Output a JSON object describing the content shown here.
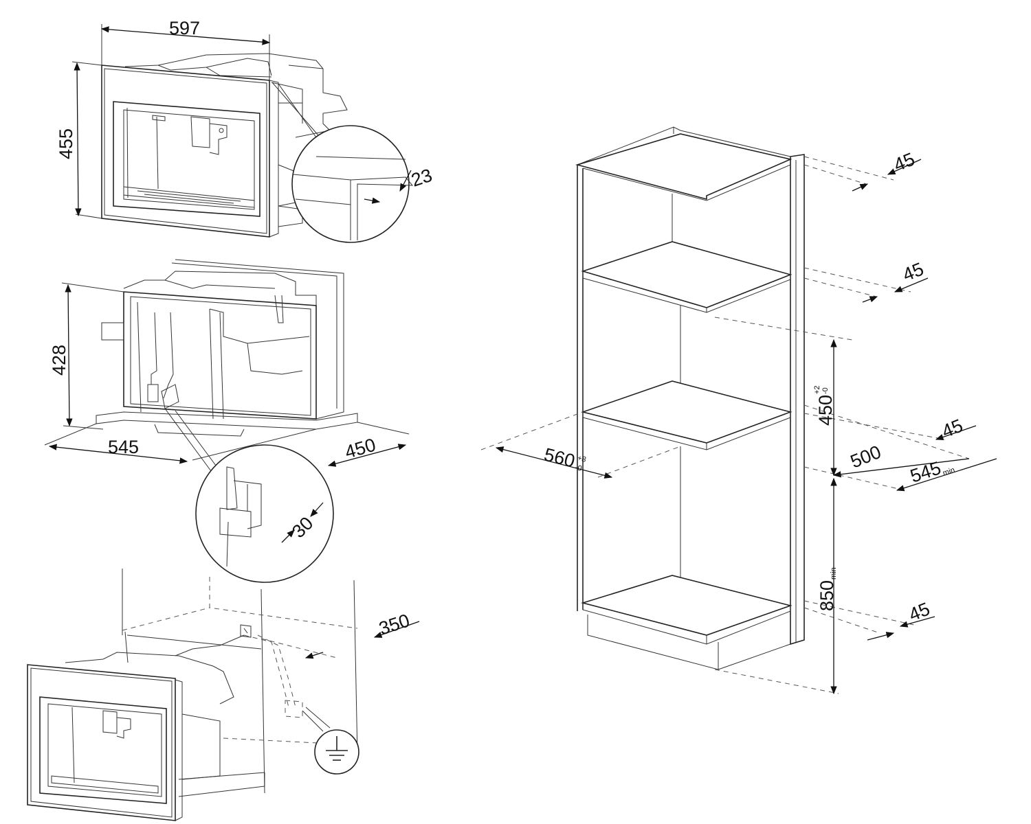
{
  "appliance_dimensions": {
    "width": "597",
    "height": "455",
    "frame_depth": "23",
    "body_height": "428",
    "body_depth": "545",
    "body_width": "450",
    "cable_clearance": "30"
  },
  "installation": {
    "socket_height": "350"
  },
  "cabinet_dimensions": {
    "shelf_thickness_top": "45",
    "shelf_thickness_upper": "45",
    "shelf_thickness_middle": "45",
    "shelf_thickness_bottom": "45",
    "niche_height": "450",
    "niche_height_tolerance_plus": "+2",
    "niche_height_tolerance_minus": "-0",
    "niche_width": "560",
    "niche_width_tolerance_plus": "+8",
    "niche_width_tolerance_minus": "-0",
    "niche_depth": "500",
    "cabinet_depth": "545",
    "cabinet_depth_suffix": "min",
    "niche_floor_height": "850",
    "niche_floor_height_suffix": "min"
  },
  "icons": [
    "ground-symbol-icon",
    "dimension-arrow-icon"
  ]
}
